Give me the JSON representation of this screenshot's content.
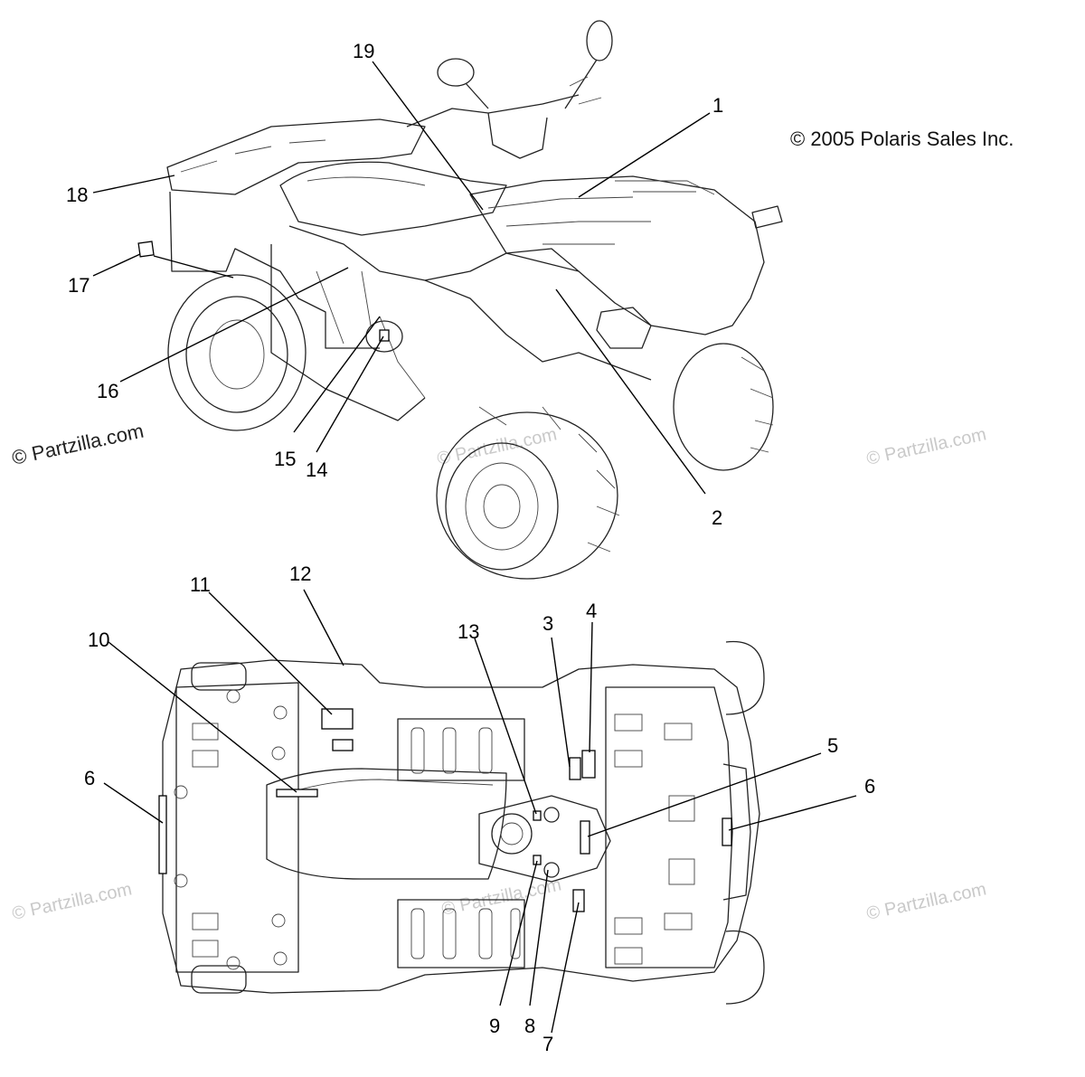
{
  "copyright": "© 2005 Polaris Sales Inc.",
  "watermarks": {
    "main": "© Partzilla.com",
    "faint": "© Partzilla.com"
  },
  "callouts": {
    "c1": "1",
    "c2": "2",
    "c3": "3",
    "c4": "4",
    "c5": "5",
    "c6a": "6",
    "c6b": "6",
    "c7": "7",
    "c8": "8",
    "c9": "9",
    "c10": "10",
    "c11": "11",
    "c12": "12",
    "c13": "13",
    "c14": "14",
    "c15": "15",
    "c16": "16",
    "c17": "17",
    "c18": "18",
    "c19": "19"
  }
}
